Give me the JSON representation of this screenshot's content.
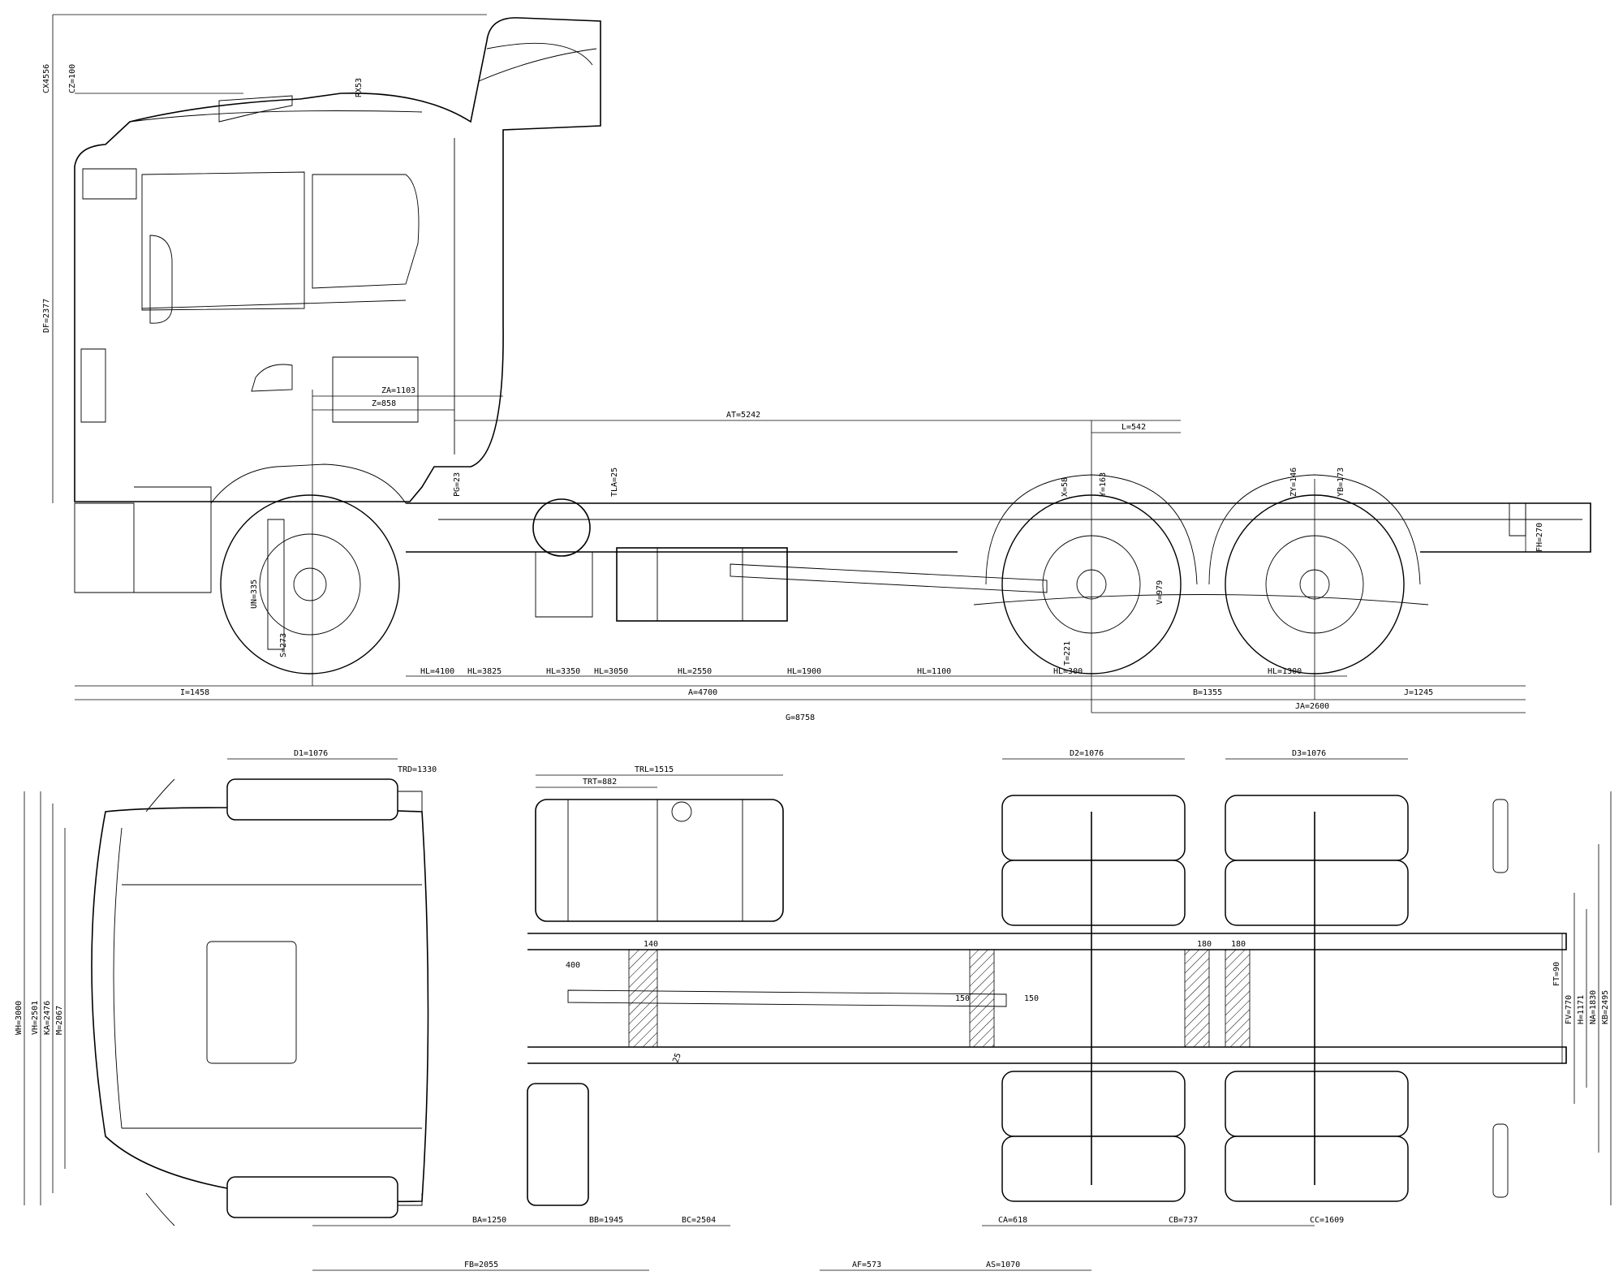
{
  "side_view": {
    "dims": {
      "CX": "CX4556",
      "CZ": "CZ=100",
      "RX": "RX53",
      "DF": "DF=2377",
      "ZA": "ZA=1103",
      "Z": "Z=858",
      "AT": "AT=5242",
      "L": "L=542",
      "TLA": "TLA=25",
      "PG": "PG=23",
      "X": "X=58",
      "Y": "Y=163",
      "ZY": "ZY=146",
      "YB": "YB=173",
      "FH": "FH=270",
      "UN": "UN=335",
      "S": "S=273",
      "T": "T=221",
      "V": "V=979",
      "HL4100": "HL=4100",
      "HL3825": "HL=3825",
      "HL3350": "HL=3350",
      "HL3050": "HL=3050",
      "HL2550": "HL=2550",
      "HL1900": "HL=1900",
      "HL1100": "HL=1100",
      "HL300": "HL=300",
      "HL1300": "HL=1300",
      "I": "I=1458",
      "A": "A=4700",
      "B": "B=1355",
      "J": "J=1245",
      "JA": "JA=2600",
      "G": "G=8758"
    }
  },
  "top_view": {
    "dims": {
      "D1": "D1=1076",
      "TRD": "TRD=1330",
      "TRL": "TRL=1515",
      "TRT": "TRT=882",
      "D2": "D2=1076",
      "D3": "D3=1076",
      "WH": "WH=3000",
      "VH": "VH=2501",
      "KA": "KA=2476",
      "M": "M=2067",
      "FT": "FT=90",
      "FV": "FV=770",
      "H": "H=1171",
      "NA": "NA=1830",
      "KB": "KB=2495",
      "BA": "BA=1250",
      "BB": "BB=1945",
      "BC": "BC=2504",
      "CA": "CA=618",
      "CB": "CB=737",
      "CC": "CC=1609",
      "FB": "FB=2055",
      "AF": "AF=573",
      "AS": "AS=1070",
      "n400": "400",
      "n140": "140",
      "n150a": "150",
      "n150b": "150",
      "n180a": "180",
      "n180b": "180",
      "n25": "25"
    }
  }
}
